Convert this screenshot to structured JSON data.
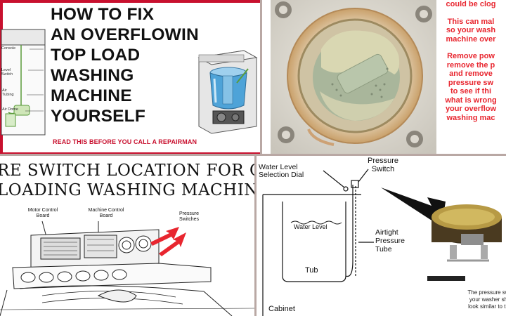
{
  "top_left": {
    "title_lines": [
      "HOW TO FIX",
      "AN OVERFLOWIN",
      "TOP LOAD",
      "WASHING",
      "MACHINE",
      "YOURSELF"
    ],
    "subtitle": "READ THIS BEFORE YOU CALL A REPAIRMAN",
    "diagram_labels": {
      "console": "Console",
      "level_switch": "Level Switch",
      "air_tubing": "Air Tubing",
      "air_dome": "Air Dome"
    },
    "colors": {
      "border": "#c8102e",
      "subtitle": "#c8102e"
    }
  },
  "top_right": {
    "text_lines": [
      "could be clog",
      "",
      "This can mal",
      "so your wash",
      "machine over",
      "",
      "Remove pow",
      "remove the p",
      "and remove",
      "pressure sw",
      "to see if thi",
      "what is wrong",
      "your overflow",
      "washing mac"
    ],
    "text_color": "#e8262f"
  },
  "bottom_left": {
    "title_lines": [
      "RE SWITCH LOCATION FOR C",
      "LOADING WASHING MACHIN"
    ],
    "labels": {
      "motor_control_board": "Motor Control Board",
      "machine_control_board": "Machine Control Board",
      "pressure_switches": "Pressure Switches"
    },
    "arrow_color": "#e8262f"
  },
  "bottom_right": {
    "labels": {
      "water_level_selection_dial": "Water Level Selection Dial",
      "pressure_switch": "Pressure Switch",
      "water_level": "Water Level",
      "airtight_pressure_tube": "Airtight Pressure Tube",
      "tub": "Tub",
      "cabinet": "Cabinet"
    },
    "caption_lines": [
      "The pressure sw",
      "your washer sh",
      "look similar to th"
    ]
  }
}
